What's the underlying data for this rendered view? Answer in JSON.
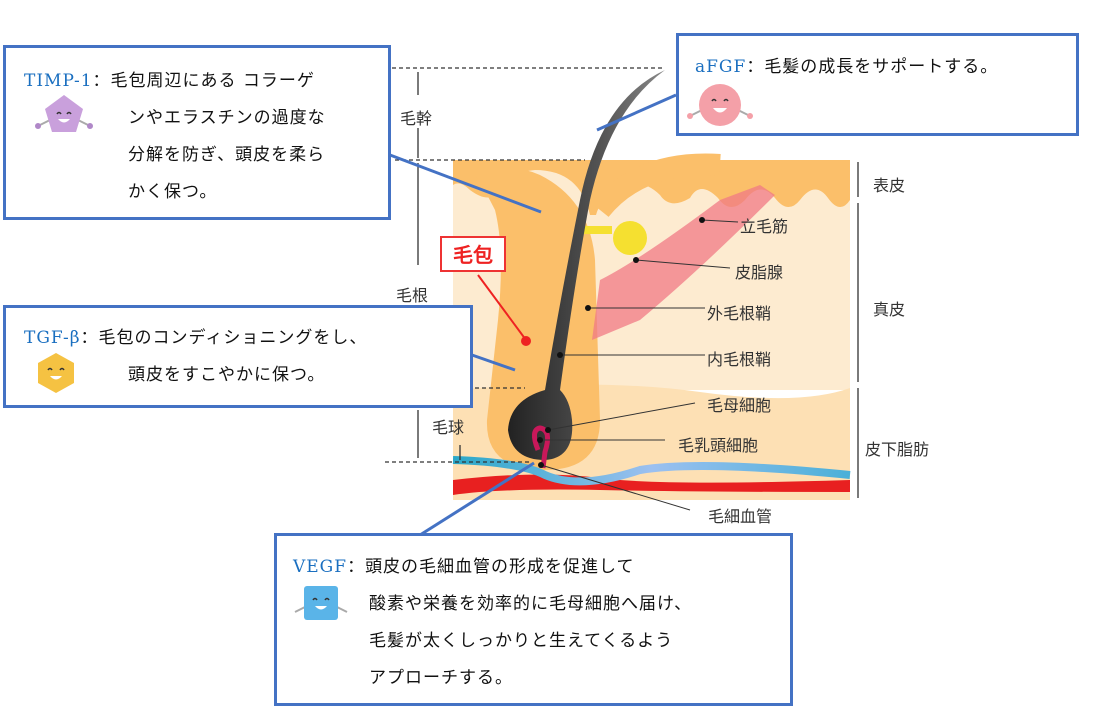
{
  "diagram": {
    "left_labels": {
      "shaft": "毛幹",
      "root": "毛根",
      "bulb": "毛球"
    },
    "follicle_label": "毛包",
    "parts": [
      "立毛筋",
      "皮脂腺",
      "外毛根鞘",
      "内毛根鞘",
      "毛母細胞",
      "毛乳頭細胞",
      "毛細血管"
    ],
    "layers": [
      "表皮",
      "真皮",
      "皮下脂肪"
    ]
  },
  "callouts": {
    "timp": {
      "key": "TIMP-1",
      "sep": "：",
      "lines": [
        "毛包周辺にある コラーゲ",
        "ンやエラスチンの過度な",
        "分解を防ぎ、頭皮を柔ら",
        "かく保つ。"
      ],
      "color": "#c9a0dc"
    },
    "afgf": {
      "key": "aFGF",
      "sep": "：",
      "lines": [
        "毛髪の成長をサポートする。"
      ],
      "color": "#f4a0a8"
    },
    "tgf": {
      "key": "TGF-β",
      "sep": "：",
      "lines": [
        "毛包のコンディショニングをし、",
        "頭皮をすこやかに保つ。"
      ],
      "color": "#f5c242"
    },
    "vegf": {
      "key": "VEGF",
      "sep": "：",
      "lines": [
        "頭皮の毛細血管の形成を促進して",
        "酸素や栄養を効率的に毛母細胞へ届け、",
        "毛髪が太くしっかりと生えてくるよう",
        "アプローチする。"
      ],
      "color": "#5ab4e8"
    }
  },
  "colors": {
    "border": "#4472c4",
    "key_text": "#1a6fc0",
    "accent_red": "#e22222"
  }
}
